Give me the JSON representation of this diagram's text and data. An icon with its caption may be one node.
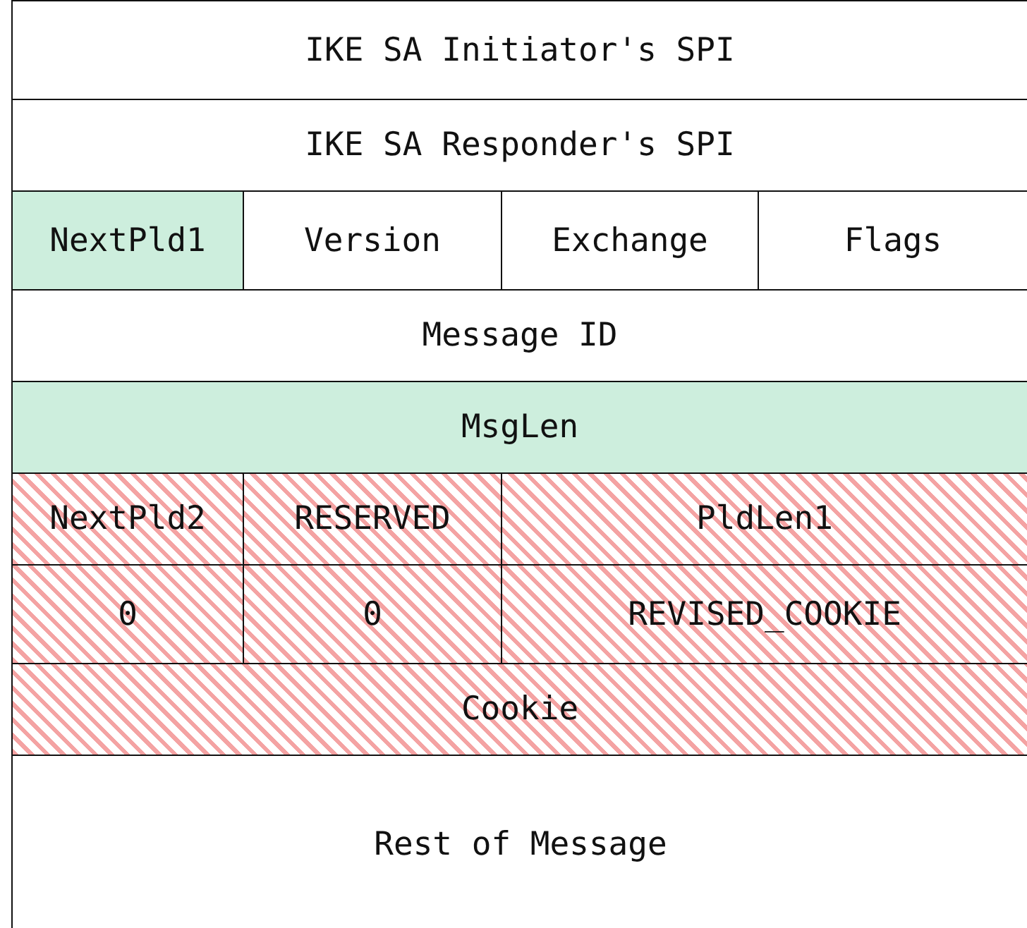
{
  "diagram": {
    "nodes": [
      {
        "text": [
          "IKE SA Initiator's SPI"
        ]
      },
      {
        "text": [
          "IKE SA Responder's SPI"
        ]
      },
      {
        "text": [
          "NextPld1"
        ]
      },
      {
        "text": [
          "Version"
        ]
      },
      {
        "text": [
          "Exchange"
        ]
      },
      {
        "text": [
          "Flags"
        ]
      },
      {
        "text": [
          "Message ID"
        ]
      },
      {
        "text": [
          "MsgLen"
        ]
      },
      {
        "text": [
          "NextPld2"
        ]
      },
      {
        "text": [
          "RESERVED"
        ]
      },
      {
        "text": [
          "PldLen1"
        ]
      },
      {
        "text": [
          "0"
        ]
      },
      {
        "text": [
          "0"
        ]
      },
      {
        "text": [
          "REVISED_COOKIE"
        ]
      },
      {
        "text": [
          "Cookie"
        ]
      },
      {
        "text": [
          "Rest of Message"
        ]
      }
    ],
    "edges": []
  }
}
